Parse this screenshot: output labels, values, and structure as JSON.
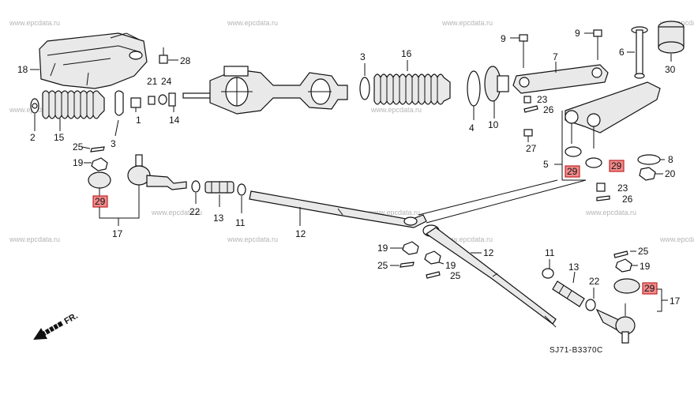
{
  "watermark": "www.epcdata.ru",
  "diagram_code": "SJ71-B3370C",
  "front_arrow": "FR.",
  "labels": {
    "p1": "1",
    "p2": "2",
    "p3a": "3",
    "p3b": "3",
    "p4": "4",
    "p5": "5",
    "p6": "6",
    "p7": "7",
    "p8": "8",
    "p9a": "9",
    "p9b": "9",
    "p10": "10",
    "p11a": "11",
    "p11b": "11",
    "p12a": "12",
    "p12b": "12",
    "p13a": "13",
    "p13b": "13",
    "p14": "14",
    "p15": "15",
    "p16": "16",
    "p17a": "17",
    "p17b": "17",
    "p18": "18",
    "p19a": "19",
    "p19b": "19",
    "p19c": "19",
    "p19d": "19",
    "p20": "20",
    "p21": "21",
    "p22a": "22",
    "p22b": "22",
    "p23a": "23",
    "p23b": "23",
    "p24": "24",
    "p25a": "25",
    "p25b": "25",
    "p25c": "25",
    "p25d": "25",
    "p26a": "26",
    "p26b": "26",
    "p27": "27",
    "p28": "28",
    "p29a": "29",
    "p29b": "29",
    "p29c": "29",
    "p29d": "29",
    "p30": "30"
  },
  "highlight_color": "#f08a8a"
}
